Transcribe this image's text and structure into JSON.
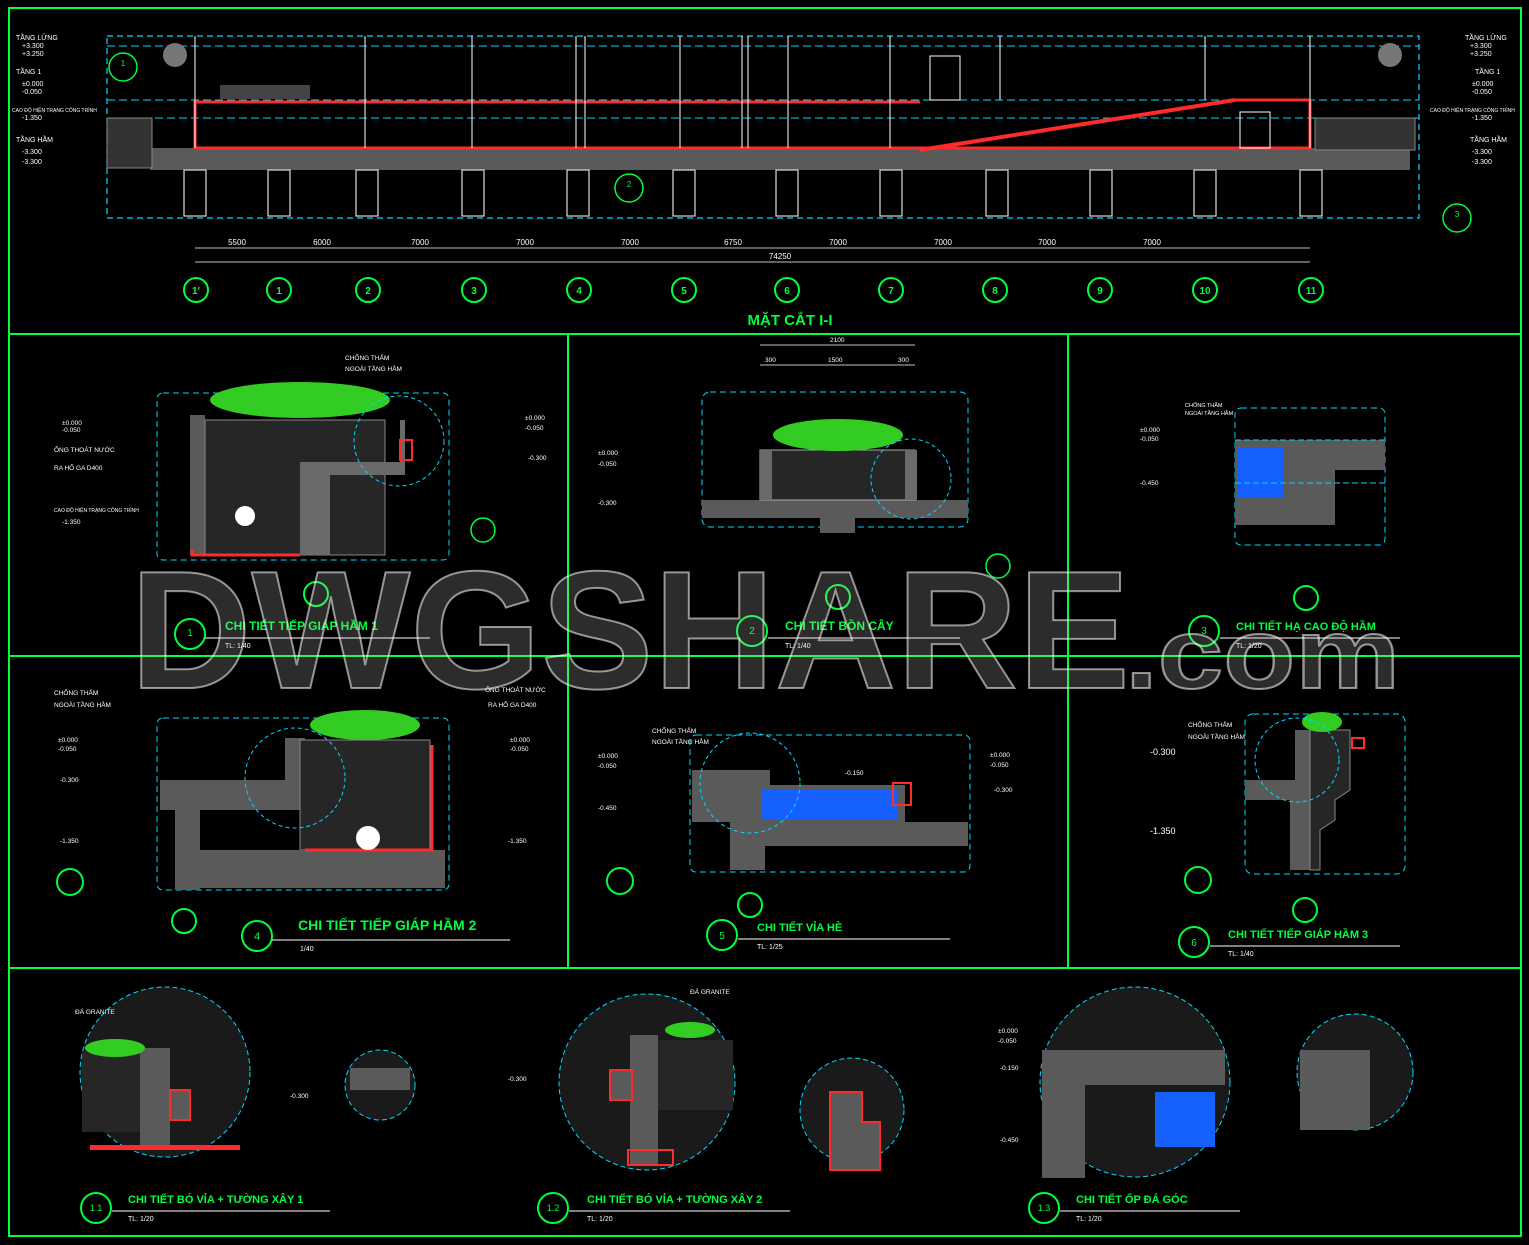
{
  "colors": {
    "background": "#000000",
    "frame": "#00ff3c",
    "cyan": "#00d8ff",
    "red": "#ff2a2a",
    "white": "#ffffff",
    "yellow": "#ffff00",
    "hatch": "#1660ff",
    "concrete": "#5a5a5a",
    "plant": "#33cc22"
  },
  "section": {
    "title": "MẶT CẮT I-I",
    "dims": [
      "5500",
      "6000",
      "7000",
      "7000",
      "7000",
      "6750",
      "7000",
      "7000",
      "7000",
      "7000"
    ],
    "total": "74250",
    "grid": [
      "1'",
      "1",
      "2",
      "3",
      "4",
      "5",
      "6",
      "7",
      "8",
      "9",
      "10",
      "11"
    ],
    "left_levels": [
      {
        "label": "TẦNG LỬNG",
        "value": "+3.300",
        "value2": "+3.250"
      },
      {
        "label": "TẦNG 1",
        "value": "±0.000",
        "value2": "-0.050"
      },
      {
        "label": "CAO ĐỘ HIỆN TRẠNG CÔNG TRÌNH",
        "value": "-1.350"
      },
      {
        "label": "TẦNG HẦM",
        "value": "-3.300",
        "value2": "-3.300"
      }
    ],
    "right_levels": [
      {
        "label": "TẦNG LỬNG",
        "value": "+3.300",
        "value2": "+3.250"
      },
      {
        "label": "TẦNG 1",
        "value": "±0.000",
        "value2": "-0.050"
      },
      {
        "label": "CAO ĐỘ HIỆN TRẠNG CÔNG TRÌNH",
        "value": "-1.350"
      },
      {
        "label": "TẦNG HẦM",
        "value": "-3.300",
        "value2": "-3.300"
      }
    ],
    "callouts": [
      "1",
      "2",
      "3"
    ]
  },
  "details": [
    {
      "num": "1",
      "title": "CHI TIẾT TIẾP GIÁP HẦM 1",
      "scale": "TL: 1/40"
    },
    {
      "num": "2",
      "title": "CHI TIẾT BỒN CÂY",
      "scale": "TL: 1/40"
    },
    {
      "num": "3",
      "title": "CHI TIẾT HẠ CAO ĐỘ HẦM",
      "scale": "TL: 1/20"
    },
    {
      "num": "4",
      "title": "CHI TIẾT TIẾP GIÁP HẦM 2",
      "scale": "1/40"
    },
    {
      "num": "5",
      "title": "CHI TIẾT VỈA HÈ",
      "scale": "TL: 1/25"
    },
    {
      "num": "6",
      "title": "CHI TIẾT TIẾP GIÁP HẦM 3",
      "scale": "TL: 1/40"
    },
    {
      "num": "1.1",
      "title": "CHI TIẾT BÓ VỈA + TƯỜNG XÂY 1",
      "scale": "TL: 1/20"
    },
    {
      "num": "1.2",
      "title": "CHI TIẾT BÓ VỈA + TƯỜNG XÂY 2",
      "scale": "TL: 1/20"
    },
    {
      "num": "1.3",
      "title": "CHI TIẾT ỐP ĐÁ GÓC",
      "scale": "TL: 1/20"
    }
  ],
  "notes": {
    "waterproof": "CHỐNG THẤM",
    "waterproof2": "NGOÀI TẦNG HẦM",
    "pipe": "ỐNG THOÁT NƯỚC",
    "pipe2": "RA HỐ GA D400",
    "existing": "CAO ĐỘ HIỆN TRẠNG CÔNG TRÌNH",
    "granite": "ĐÁ GRANITE"
  },
  "levels": {
    "zero": "±0.000",
    "m050": "-0.050",
    "m300": "-0.300",
    "m450": "-0.450",
    "m150": "-0.150",
    "m1350": "-1.350"
  },
  "watermark": {
    "main": "DWGSHARE",
    "suffix": ".com"
  }
}
